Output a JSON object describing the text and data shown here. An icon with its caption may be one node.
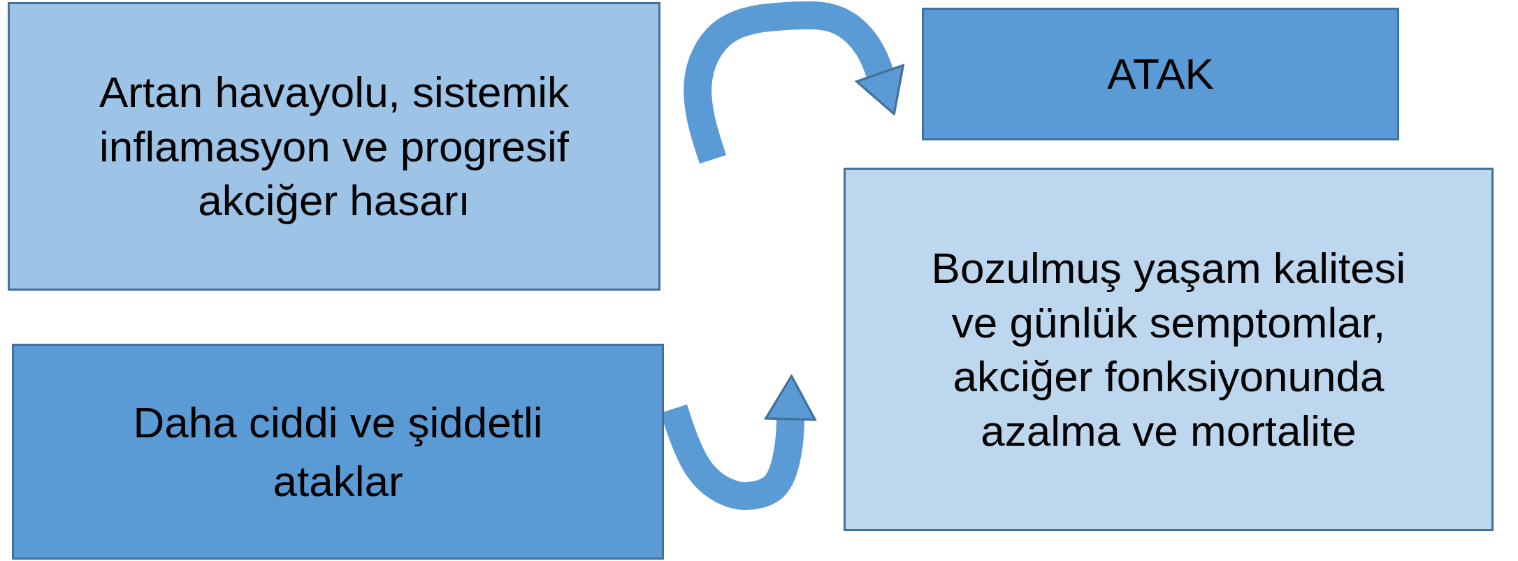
{
  "diagram": {
    "nodes": [
      {
        "text": [
          "Artan havayolu, sistemik inflamasyon ve progresif akciğer hasarı"
        ]
      },
      {
        "text": [
          "ATAK"
        ]
      },
      {
        "text": [
          "Bozulmuş yaşam kalitesi ve günlük semptomlar, akciğer fonksiyonunda azalma ve mortalite"
        ]
      },
      {
        "text": [
          "Daha ciddi ve şiddetli ataklar"
        ]
      }
    ],
    "edges": [
      {
        "from": 0,
        "to": 1,
        "arrow": "to"
      },
      {
        "from": 3,
        "to": 2,
        "arrow": "to"
      }
    ]
  }
}
